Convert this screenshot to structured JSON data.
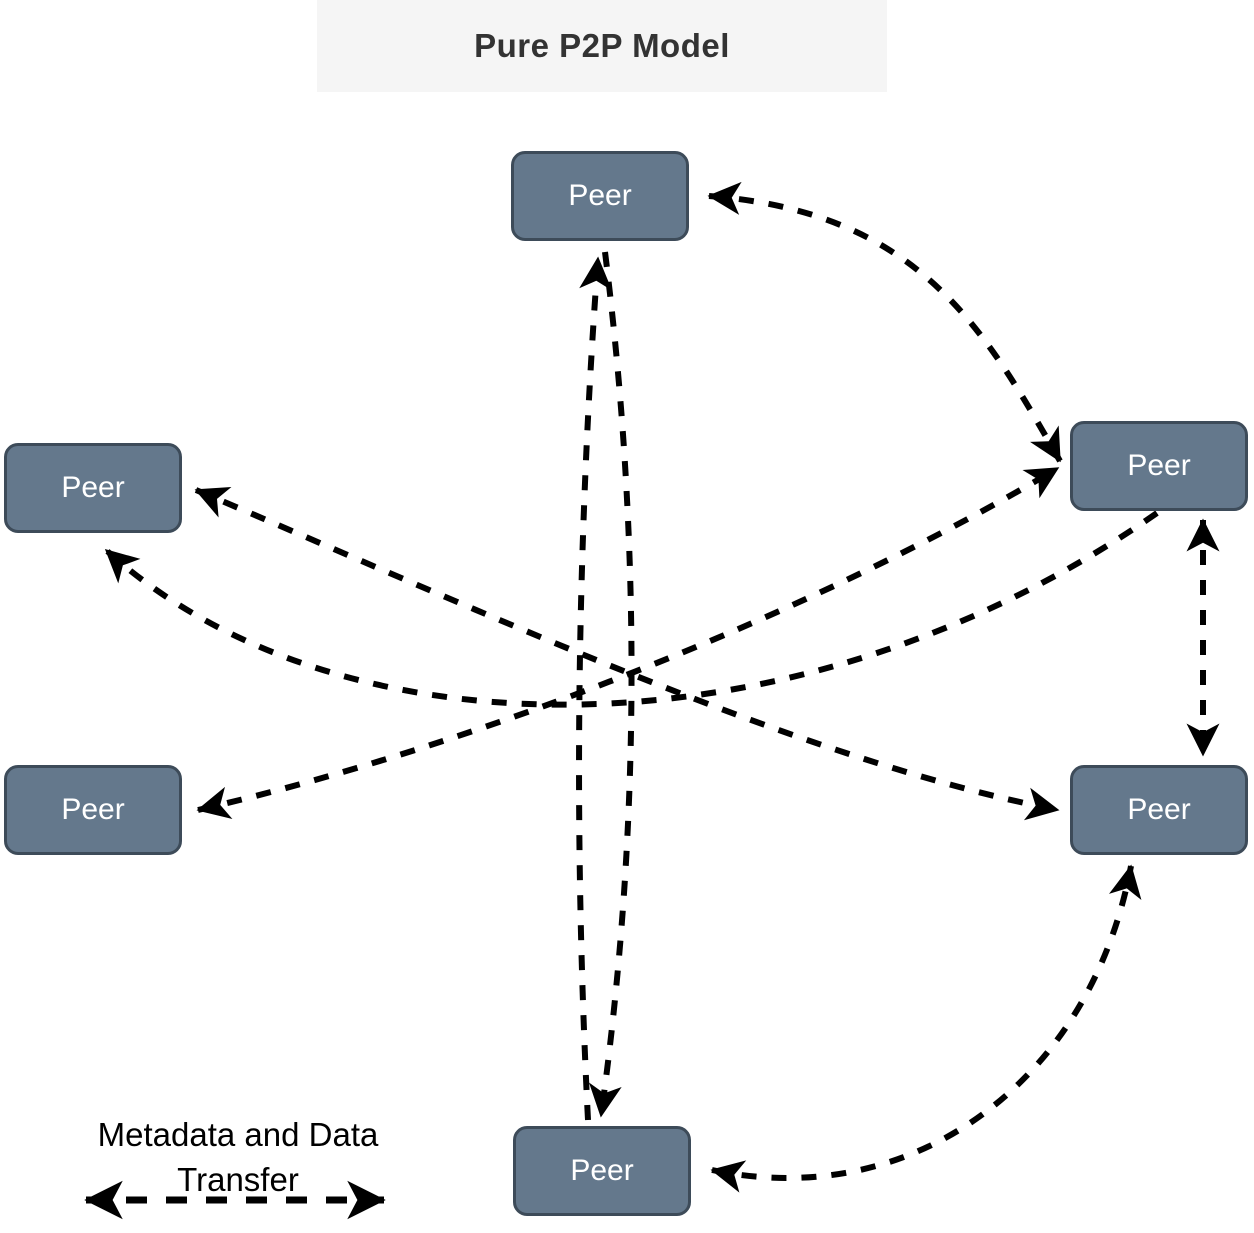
{
  "title": "Pure P2P Model",
  "legend": {
    "line1": "Metadata and Data",
    "line2": "Transfer",
    "symbol": "double-headed-dashed-arrow"
  },
  "nodes": [
    {
      "id": "peer-top",
      "label": "Peer"
    },
    {
      "id": "peer-left-top",
      "label": "Peer"
    },
    {
      "id": "peer-right-top",
      "label": "Peer"
    },
    {
      "id": "peer-left-bottom",
      "label": "Peer"
    },
    {
      "id": "peer-right-bottom",
      "label": "Peer"
    },
    {
      "id": "peer-bottom",
      "label": "Peer"
    }
  ],
  "edges": [
    {
      "from": "peer-bottom",
      "to": "peer-top",
      "style": "dashed",
      "arrowheads": "end"
    },
    {
      "from": "peer-top",
      "to": "peer-bottom",
      "style": "dashed",
      "arrowheads": "end"
    },
    {
      "from": "peer-top",
      "to": "peer-right-top",
      "style": "dashed",
      "arrowheads": "both"
    },
    {
      "from": "peer-right-top",
      "to": "peer-right-bottom",
      "style": "dashed",
      "arrowheads": "both"
    },
    {
      "from": "peer-left-top",
      "to": "peer-right-bottom",
      "style": "dashed",
      "arrowheads": "both"
    },
    {
      "from": "peer-left-bottom",
      "to": "peer-right-top",
      "style": "dashed",
      "arrowheads": "both"
    },
    {
      "from": "peer-right-top",
      "to": "peer-left-top",
      "style": "dashed",
      "arrowheads": "end"
    },
    {
      "from": "peer-bottom",
      "to": "peer-right-bottom",
      "style": "dashed",
      "arrowheads": "both"
    }
  ],
  "colors": {
    "node_fill": "#64788c",
    "node_border": "#3d4b59",
    "node_text": "#ffffff",
    "edge": "#000000",
    "title_bg": "#f5f5f5",
    "title_text": "#333333",
    "background": "#ffffff"
  }
}
